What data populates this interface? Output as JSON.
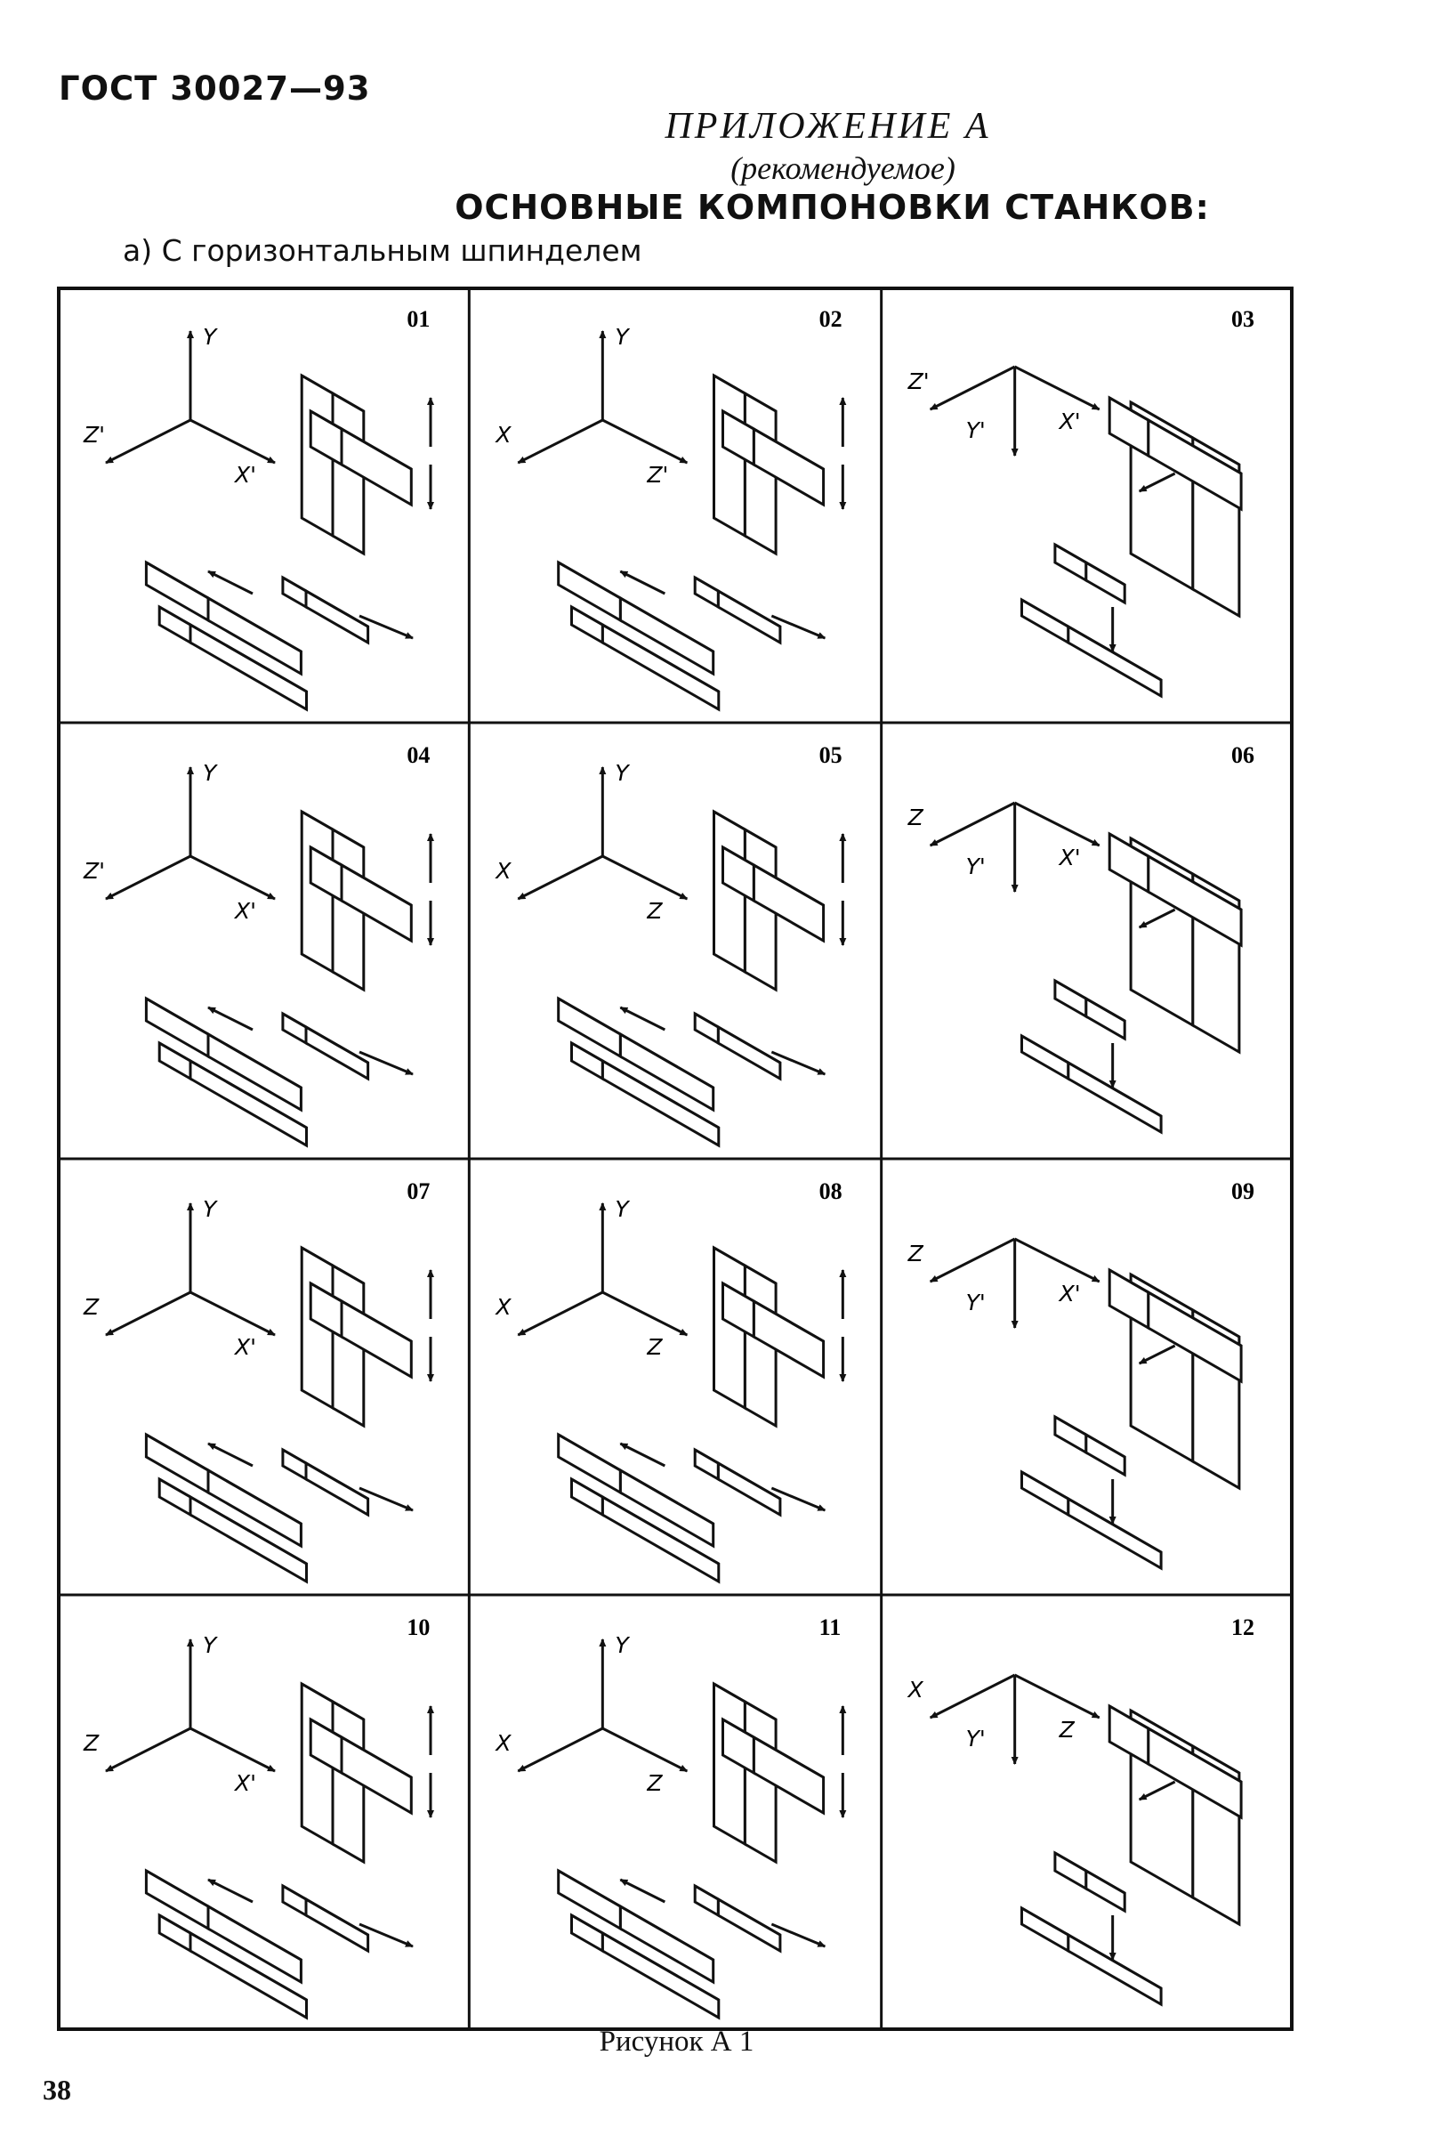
{
  "header": {
    "doc_code": "ГОСТ 30027—93",
    "appendix": "ПРИЛОЖЕНИЕ А",
    "recommended": "(рекомендуемое)",
    "heading": "ОСНОВНЫЕ КОМПОНОВКИ СТАНКОВ:",
    "subheading": "а) С горизонтальным шпинделем"
  },
  "cells": [
    {
      "num": "01",
      "axes": {
        "up": "Y",
        "left": "Z'",
        "right": "X'"
      }
    },
    {
      "num": "02",
      "axes": {
        "up": "Y",
        "left": "X",
        "right": "Z'"
      }
    },
    {
      "num": "03",
      "axes": {
        "down": "Y'",
        "left": "Z'",
        "right": "X'"
      }
    },
    {
      "num": "04",
      "axes": {
        "up": "Y",
        "left": "Z'",
        "right": "X'"
      }
    },
    {
      "num": "05",
      "axes": {
        "up": "Y",
        "left": "X",
        "right": "Z"
      }
    },
    {
      "num": "06",
      "axes": {
        "down": "Y'",
        "left": "Z",
        "right": "X'"
      }
    },
    {
      "num": "07",
      "axes": {
        "up": "Y",
        "left": "Z",
        "right": "X'"
      }
    },
    {
      "num": "08",
      "axes": {
        "up": "Y",
        "left": "X",
        "right": "Z"
      }
    },
    {
      "num": "09",
      "axes": {
        "down": "Y'",
        "left": "Z",
        "right": "X'"
      }
    },
    {
      "num": "10",
      "axes": {
        "up": "Y",
        "left": "Z",
        "right": "X'"
      }
    },
    {
      "num": "11",
      "axes": {
        "up": "Y",
        "left": "X",
        "right": "Z"
      }
    },
    {
      "num": "12",
      "axes": {
        "down": "Y'",
        "left": "X",
        "right": "Z"
      }
    }
  ],
  "caption": "Рисунок А 1",
  "page_number": "38"
}
